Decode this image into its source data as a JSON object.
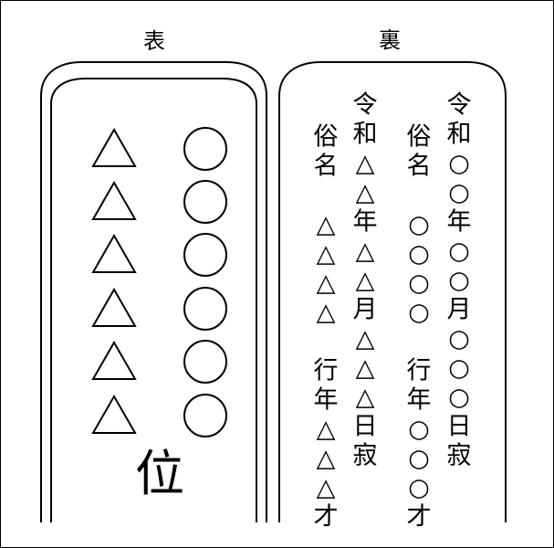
{
  "front": {
    "label": "表",
    "symbol_columns": [
      {
        "symbol": "triangle",
        "count": 6
      },
      {
        "symbol": "circle",
        "count": 6
      }
    ],
    "bottom_char": "位"
  },
  "back": {
    "label": "裏",
    "columns": [
      {
        "text": "令和○○年○○月○○○日寂"
      },
      {
        "text": "俗名　○○○○　行年○○○才"
      },
      {
        "text": "令和△△年△△月△△△日寂"
      },
      {
        "text": "俗名　△△△△　行年△△△才"
      }
    ]
  }
}
